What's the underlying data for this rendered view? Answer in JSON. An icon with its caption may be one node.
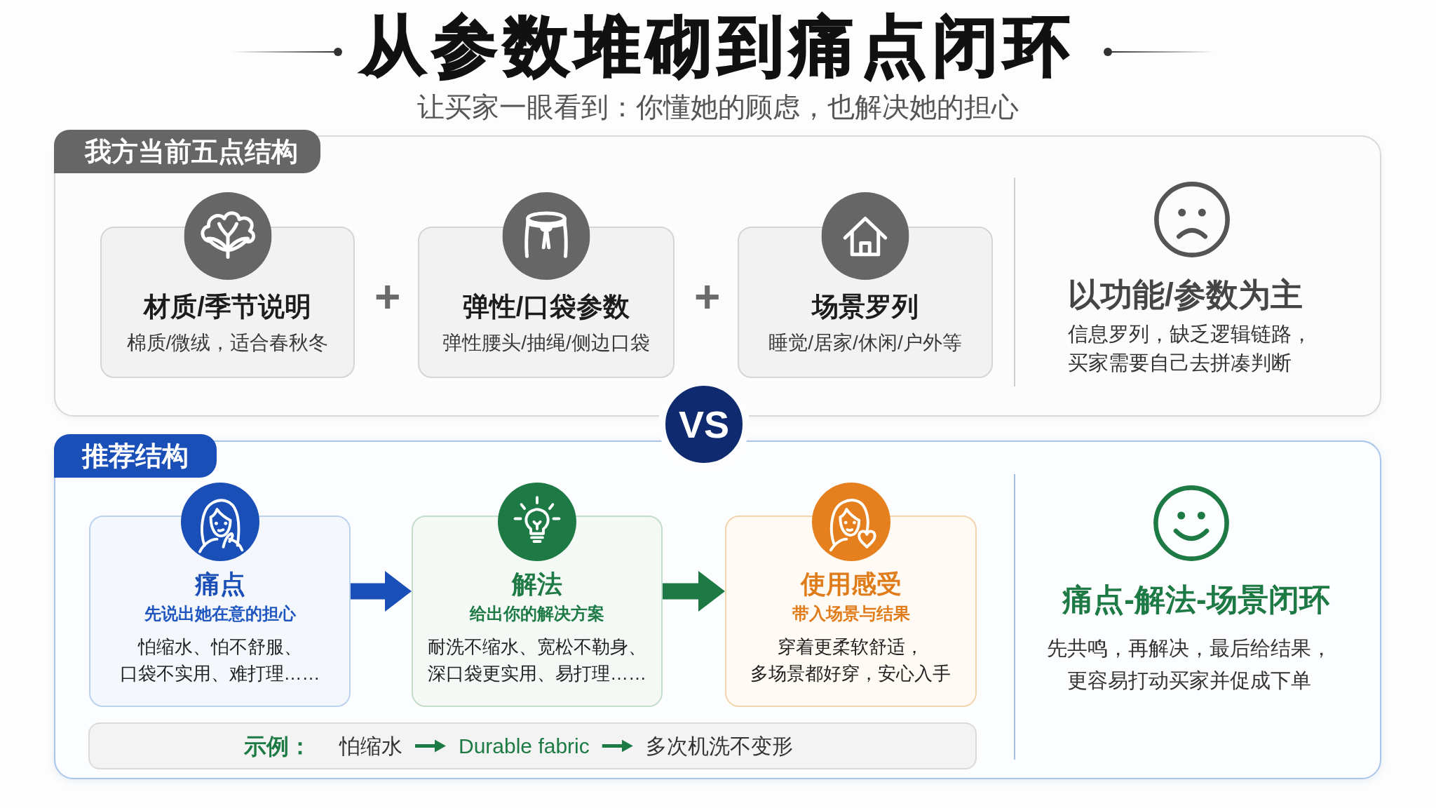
{
  "diagram": {
    "title": "从参数堆砌到痛点闭环",
    "nodes": [
      {
        "text": [
          "我方当前五点结构"
        ]
      },
      {
        "text": [
          "材质/季节说明",
          "棉质/微绒，适合春秋冬"
        ],
        "in": 0
      },
      {
        "text": [
          "弹性/口袋参数",
          "弹性腰头/抽绳/侧边口袋"
        ],
        "in": 0
      },
      {
        "text": [
          "场景罗列",
          "睡觉/居家/休闲/户外等"
        ],
        "in": 0
      },
      {
        "text": [
          "VS"
        ]
      },
      {
        "text": [
          "推荐结构"
        ]
      },
      {
        "text": [
          "痛点",
          "先说出她在意的担心",
          "怕缩水、怕不舒服、口袋不实用、难打理……"
        ],
        "in": 5
      },
      {
        "text": [
          "解法",
          "给出你的解决方案",
          "耐洗不缩水、宽松不勒身、深口袋更实用、易打理……"
        ],
        "in": 5
      },
      {
        "text": [
          "使用感受",
          "带入场景与结果",
          "穿着更柔软舒适，多场景都好穿，安心入手"
        ],
        "in": 5
      },
      {
        "text": [
          "示例："
        ],
        "in": 5
      },
      {
        "text": [
          "怕缩水"
        ],
        "in": 9
      },
      {
        "text": [
          "Durable fabric"
        ],
        "in": 9
      },
      {
        "text": [
          "多次机洗不变形"
        ],
        "in": 9
      }
    ],
    "edges": [
      {
        "from": 6,
        "to": 7,
        "arrow": "to",
        "style": "thick",
        "color": "#1a4fb8"
      },
      {
        "from": 7,
        "to": 8,
        "arrow": "to",
        "style": "thick"
      },
      {
        "from": 10,
        "to": 11,
        "arrow": "to"
      },
      {
        "from": 11,
        "to": 12,
        "arrow": "to"
      }
    ],
    "labels": [
      "让买家一眼看到：你懂她的顾虑，也解决她的担心",
      "+",
      "+",
      "以功能/参数为主",
      "信息罗列，缺乏逻辑链路，买家需要自己去拼凑判断",
      "痛点-解法-场景闭环",
      "先共鸣，再解决，最后给结果，更容易打动买家并促成下单"
    ]
  }
}
